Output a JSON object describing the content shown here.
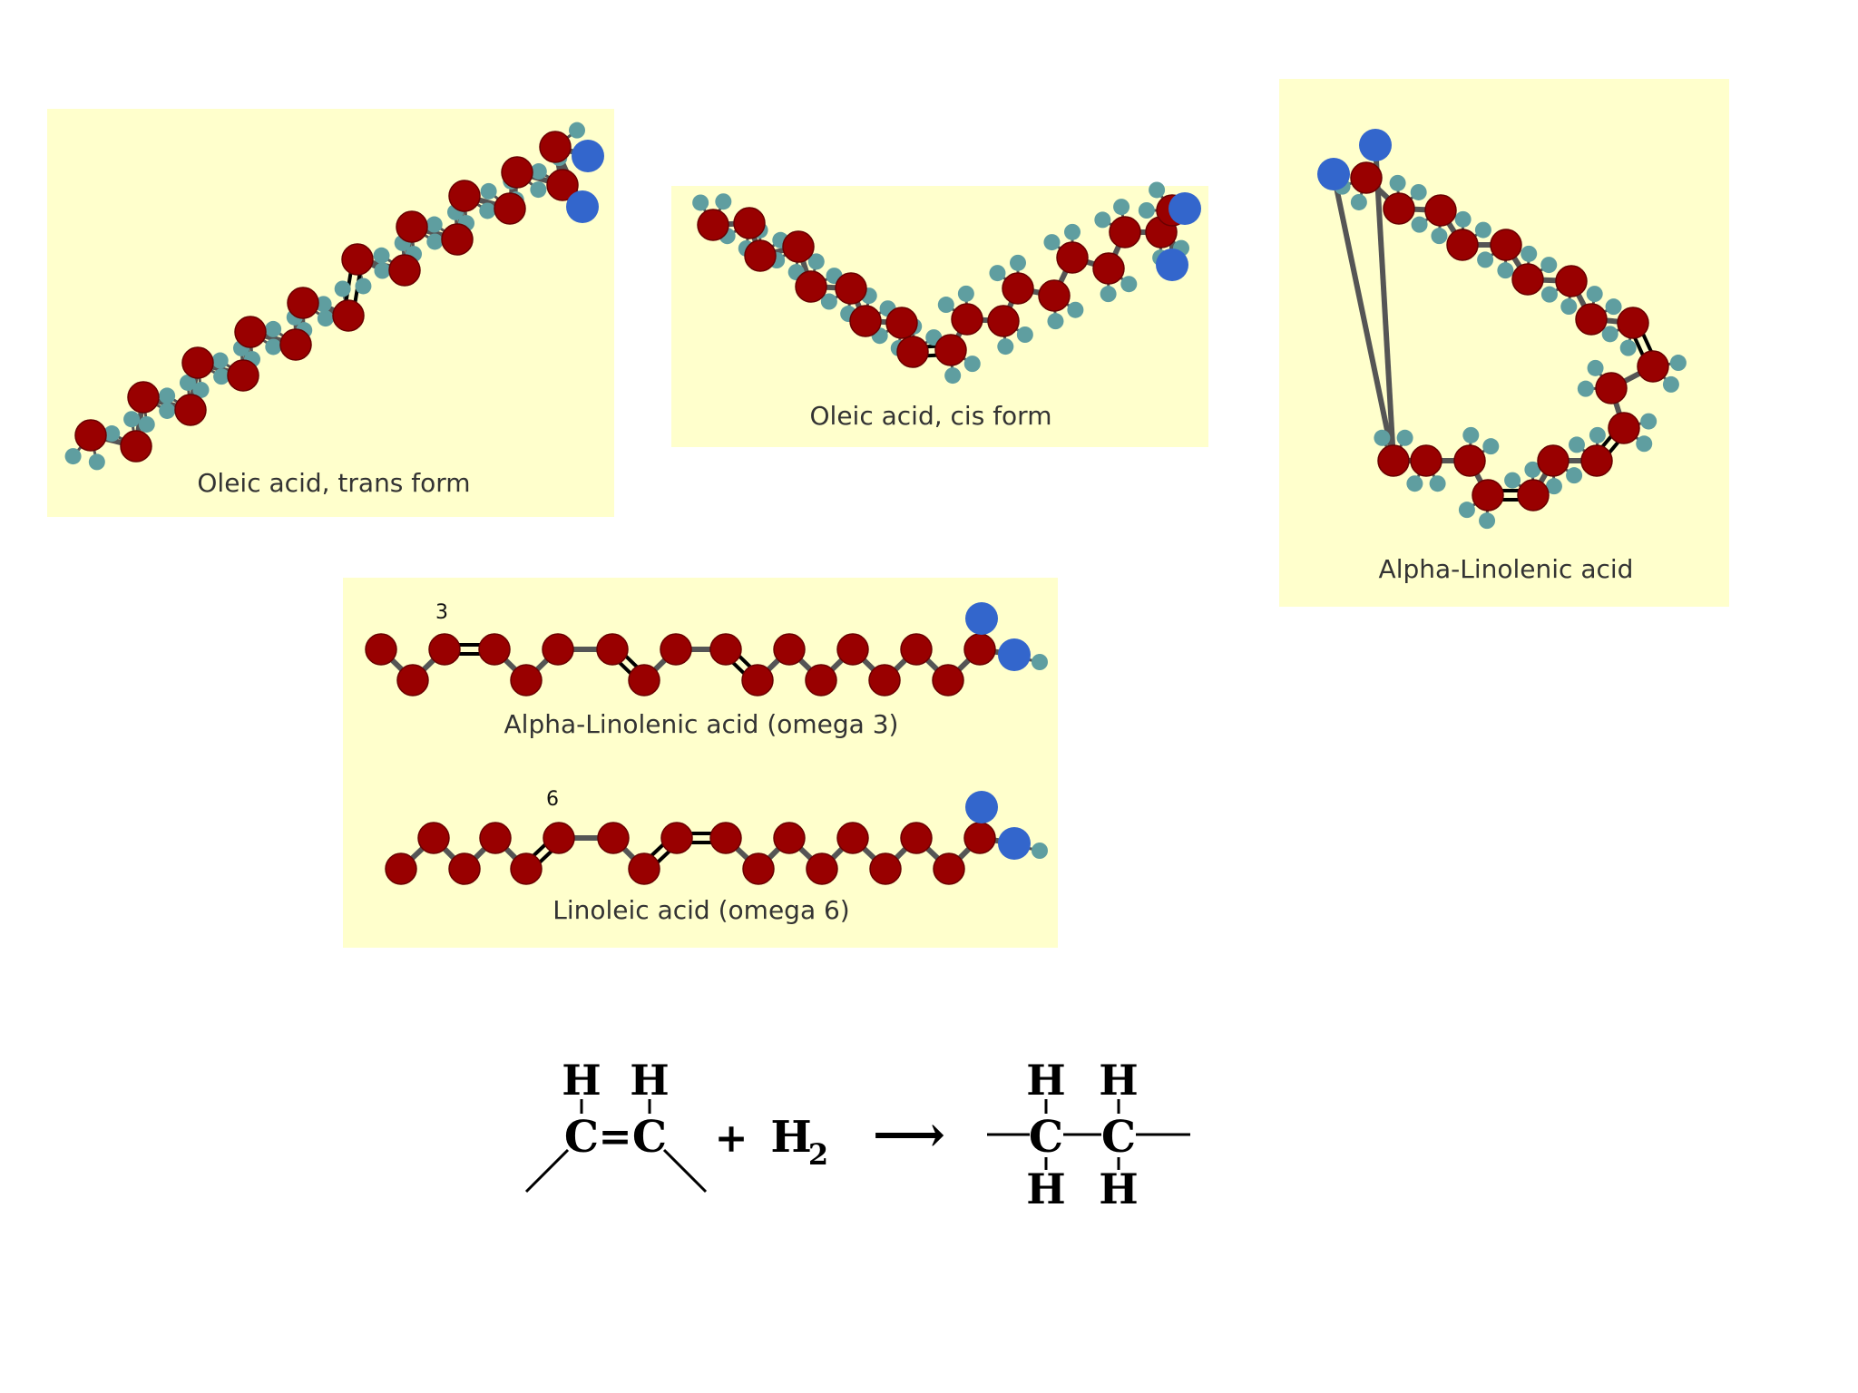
{
  "colors": {
    "panel": "#ffffcc",
    "carbon": "#990000",
    "carbon_edge": "#6a0000",
    "hydrogen": "#5f9ea0",
    "oxygen": "#3366cc",
    "bond": "#555555",
    "double_bond": "#000000"
  },
  "panels": {
    "oleic_trans": {
      "caption": "Oleic acid, trans form"
    },
    "oleic_cis": {
      "caption": "Oleic acid, cis form"
    },
    "alpha_linolenic": {
      "caption": "Alpha-Linolenic acid"
    },
    "omega": {
      "omega3": {
        "caption": "Alpha-Linolenic acid (omega 3)",
        "position_label": "3"
      },
      "omega6": {
        "caption": "Linoleic acid (omega 6)",
        "position_label": "6"
      }
    }
  },
  "reaction": {
    "reactant_atoms": {
      "h1": "H",
      "h2": "H",
      "c1": "C",
      "double_bond": "=",
      "c2": "C"
    },
    "plus": "+",
    "hydrogen": {
      "symbol": "H",
      "subscript": "2"
    },
    "arrow": "⟶",
    "product_atoms": {
      "h_top1": "H",
      "h_top2": "H",
      "c1": "C",
      "c2": "C",
      "h_bot1": "H",
      "h_bot2": "H"
    }
  }
}
